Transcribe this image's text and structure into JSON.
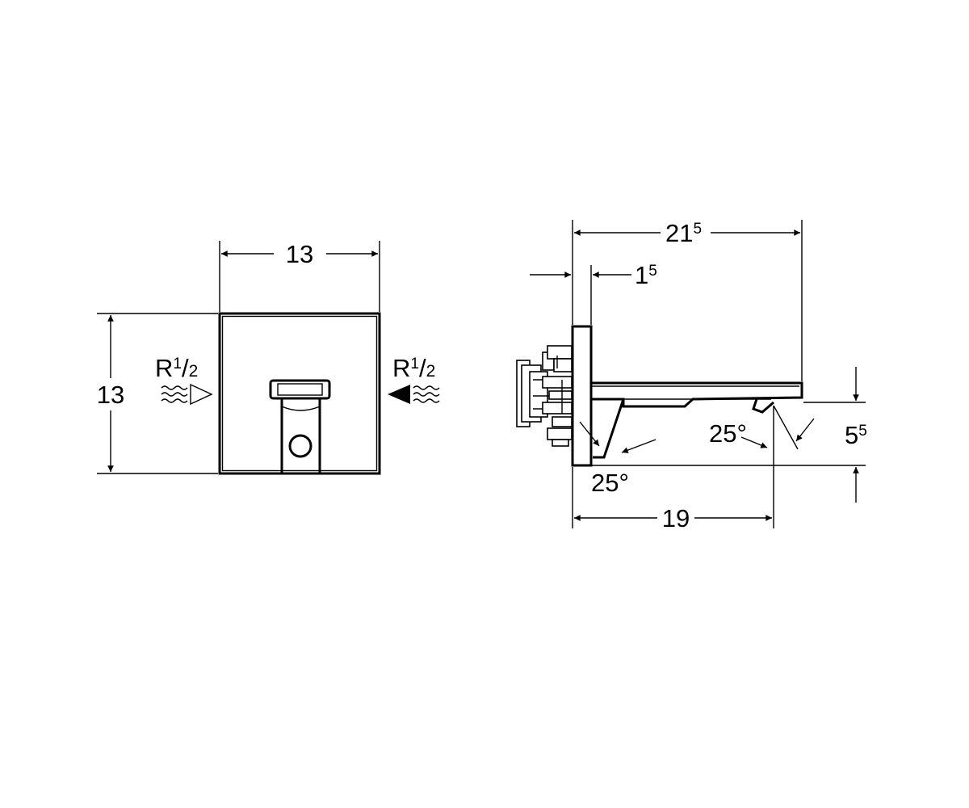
{
  "front_view": {
    "width_label": "13",
    "height_label": "13",
    "left_connection": {
      "base": "R",
      "num": "1",
      "slash": "/",
      "den": "2"
    },
    "right_connection": {
      "base": "R",
      "num": "1",
      "slash": "/",
      "den": "2"
    }
  },
  "side_view": {
    "total_projection": {
      "base": "21",
      "sup": "5"
    },
    "plate_thickness": {
      "base": "1",
      "sup": "5"
    },
    "outlet_height": {
      "base": "5",
      "sup": "5"
    },
    "spout_angle": "25°",
    "sensor_angle": "25°",
    "spout_length": "19"
  }
}
